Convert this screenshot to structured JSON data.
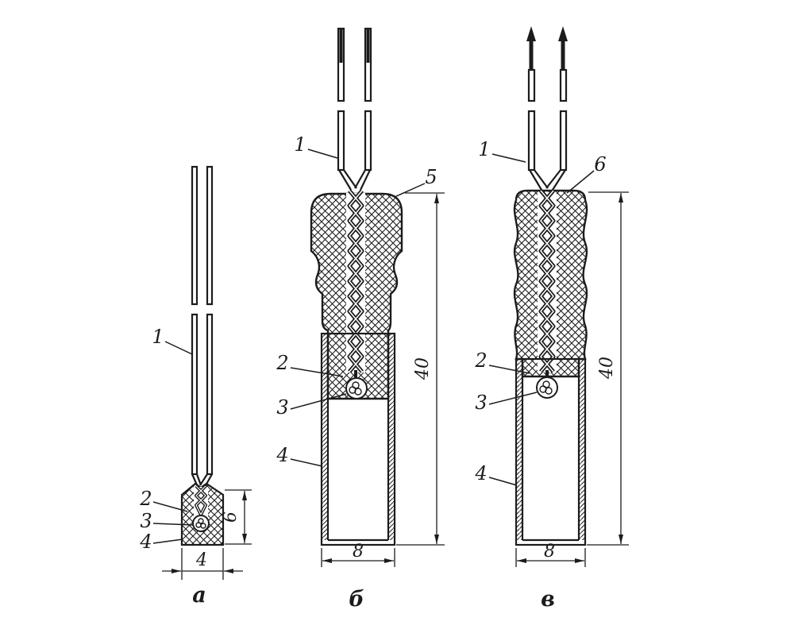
{
  "figure": {
    "ink_color": "#1c1c1c",
    "background_color": "#ffffff",
    "description": "three-thermocouple-junction-construction-variants",
    "variants": {
      "a": {
        "caption": "а",
        "callouts": {
          "wire": "1",
          "insulation": "2",
          "junction": "3",
          "case": "4"
        },
        "dimensions": {
          "height": "6",
          "width": "4"
        }
      },
      "b": {
        "caption": "б",
        "callouts": {
          "wire": "1",
          "bushing": "5",
          "insulation": "2",
          "junction": "3",
          "case": "4"
        },
        "dimensions": {
          "height": "40",
          "width": "8"
        }
      },
      "v": {
        "caption": "в",
        "callouts": {
          "wire": "1",
          "sleeve": "6",
          "insulation": "2",
          "junction": "3",
          "case": "4"
        },
        "dimensions": {
          "height": "40",
          "width": "8"
        }
      }
    }
  }
}
